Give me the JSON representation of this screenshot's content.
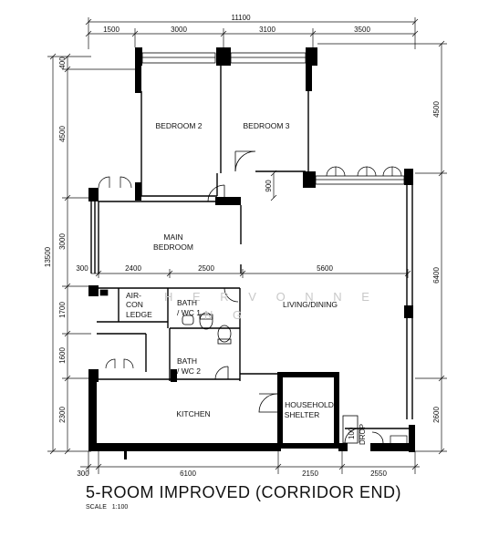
{
  "dimensions": {
    "overall_width": "11100",
    "overall_depth": "13500",
    "top": [
      "1500",
      "3000",
      "3100",
      "3500"
    ],
    "left": [
      "400",
      "4500",
      "3000",
      "1700",
      "1600",
      "2300"
    ],
    "bottom": [
      "300",
      "6100",
      "2150",
      "2550"
    ],
    "right": [
      "4500",
      "6400",
      "2600"
    ],
    "interior": [
      "300",
      "2400",
      "2500",
      "5600",
      "900"
    ],
    "small_bottom_left": "300"
  },
  "rooms": {
    "bedroom2": "BEDROOM 2",
    "bedroom3": "BEDROOM 3",
    "main_bedroom": [
      "MAIN",
      "BEDROOM"
    ],
    "living_dining": "LIVING/DINING",
    "aircon": [
      "AIR-",
      "CON",
      "LEDGE"
    ],
    "bath1": [
      "BATH",
      "/ WC 1"
    ],
    "bath2": [
      "BATH",
      "/ WC 2"
    ],
    "kitchen": "KITCHEN",
    "household_shelter": [
      "HOUSEHOLD",
      "SHELTER"
    ],
    "refuse": [
      "100",
      "DROP"
    ]
  },
  "watermark": [
    "H E R V O N N E",
    "N G"
  ],
  "title": "5-ROOM IMPROVED (CORRIDOR END)",
  "scale": "SCALE   1:100"
}
